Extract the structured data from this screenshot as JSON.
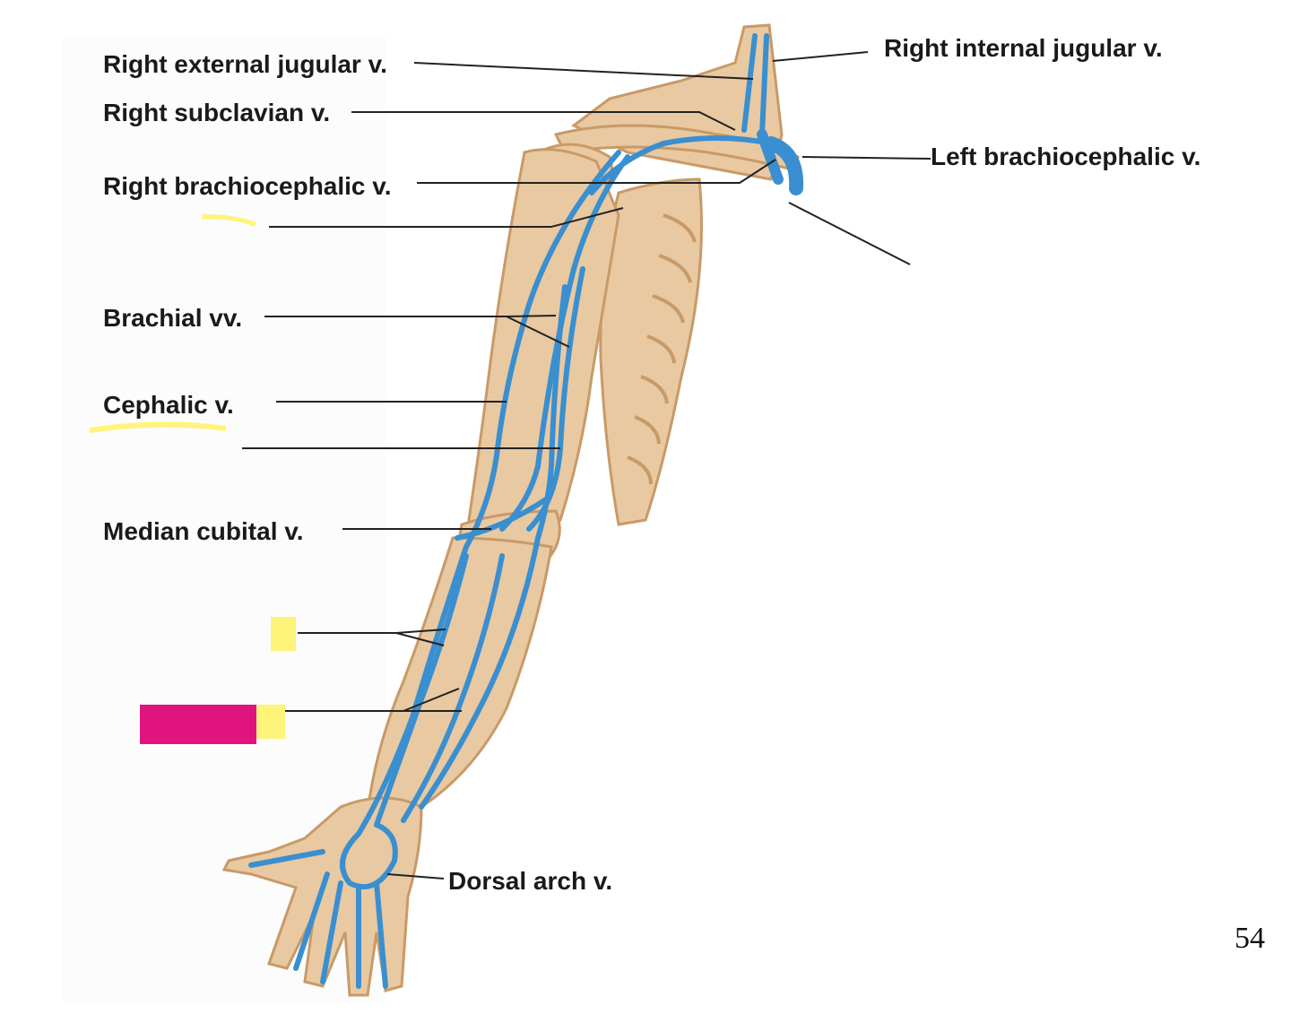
{
  "labels": {
    "right_external_jugular": "Right external jugular v.",
    "right_subclavian": "Right subclavian v.",
    "right_brachiocephalic": "Right brachiocephalic v.",
    "brachial": "Brachial vv.",
    "cephalic": "Cephalic v.",
    "median_cubital": "Median cubital v.",
    "dorsal_arch": "Dorsal arch v.",
    "right_internal_jugular": "Right internal jugular v.",
    "left_brachiocephalic": "Left brachiocephalic v."
  },
  "page_number": "54",
  "colors": {
    "vein": "#3a8fd0",
    "bone_fill": "#e9c9a1",
    "bone_stroke": "#c89a68",
    "highlight_yellow": "#fff47a",
    "marker_magenta": "#e0147f",
    "leader_line": "#222222"
  }
}
